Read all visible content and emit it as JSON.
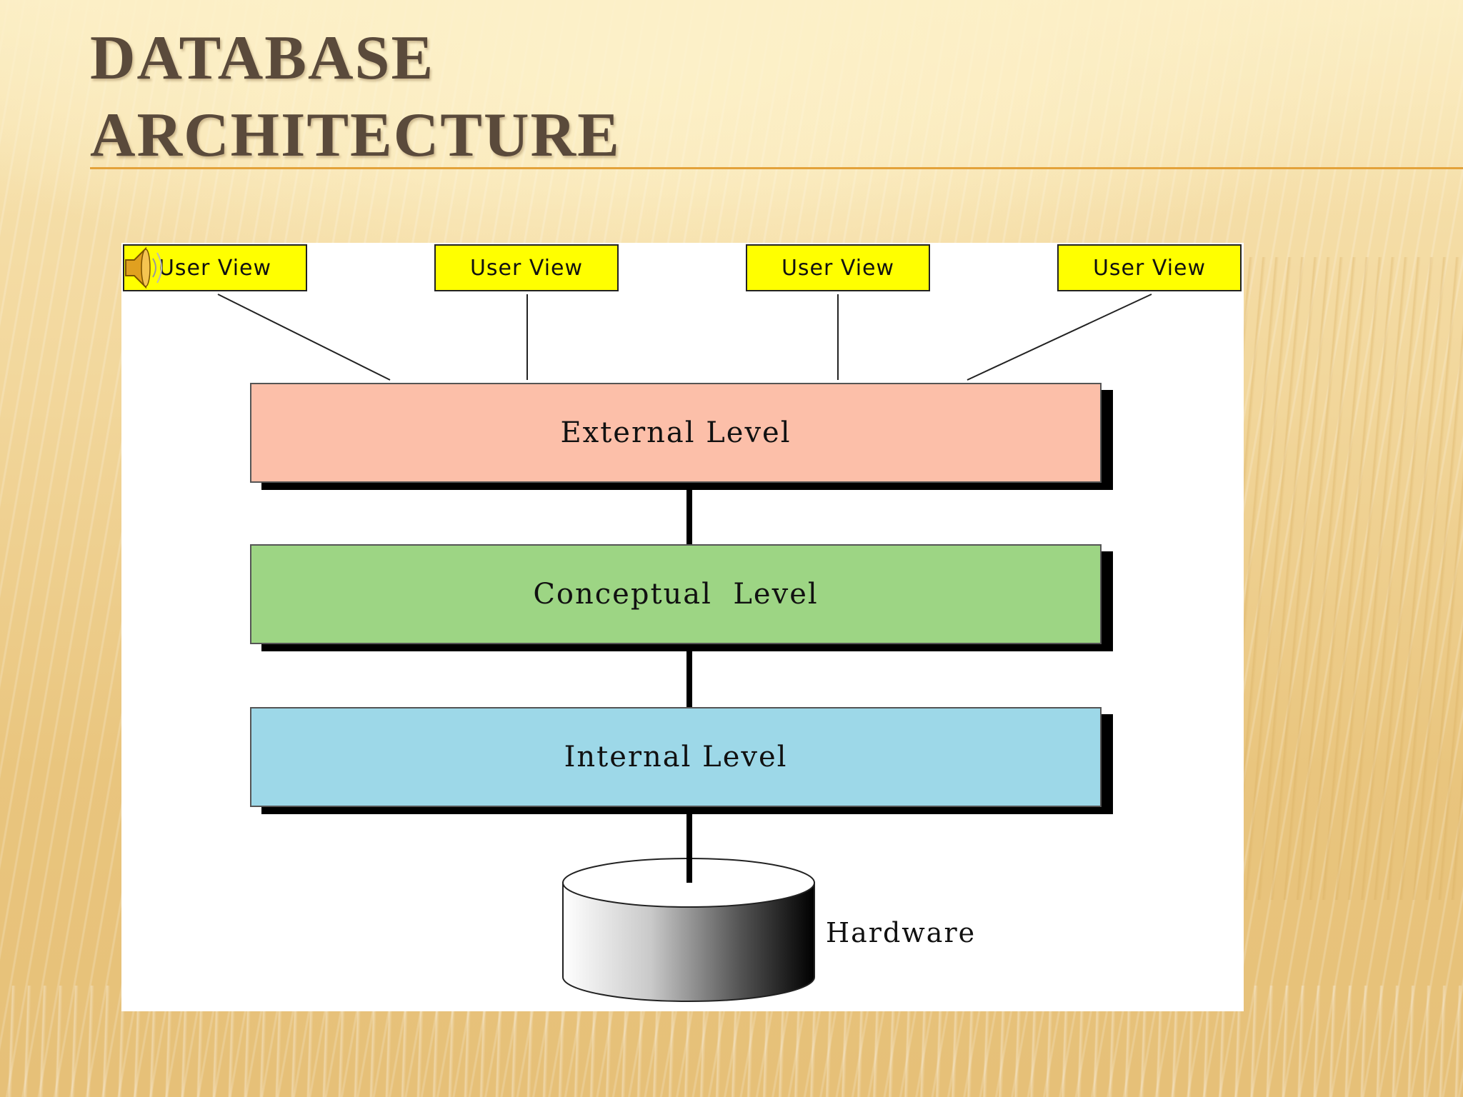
{
  "slide": {
    "title_line1": "DATABASE",
    "title_line2": "ARCHITECTURE"
  },
  "diagram": {
    "user_views": [
      "User View",
      "User View",
      "User View",
      "User View"
    ],
    "levels": {
      "external": "External Level",
      "conceptual": "Conceptual  Level",
      "internal": "Internal Level"
    },
    "storage_label": "Hardware",
    "colors": {
      "user_view": "#ffff00",
      "external": "#fcbfa9",
      "conceptual": "#9dd584",
      "internal": "#9dd8e8",
      "title": "#5a4a3b",
      "rule": "#e3a23a"
    }
  },
  "icons": {
    "audio": "speaker-icon"
  }
}
